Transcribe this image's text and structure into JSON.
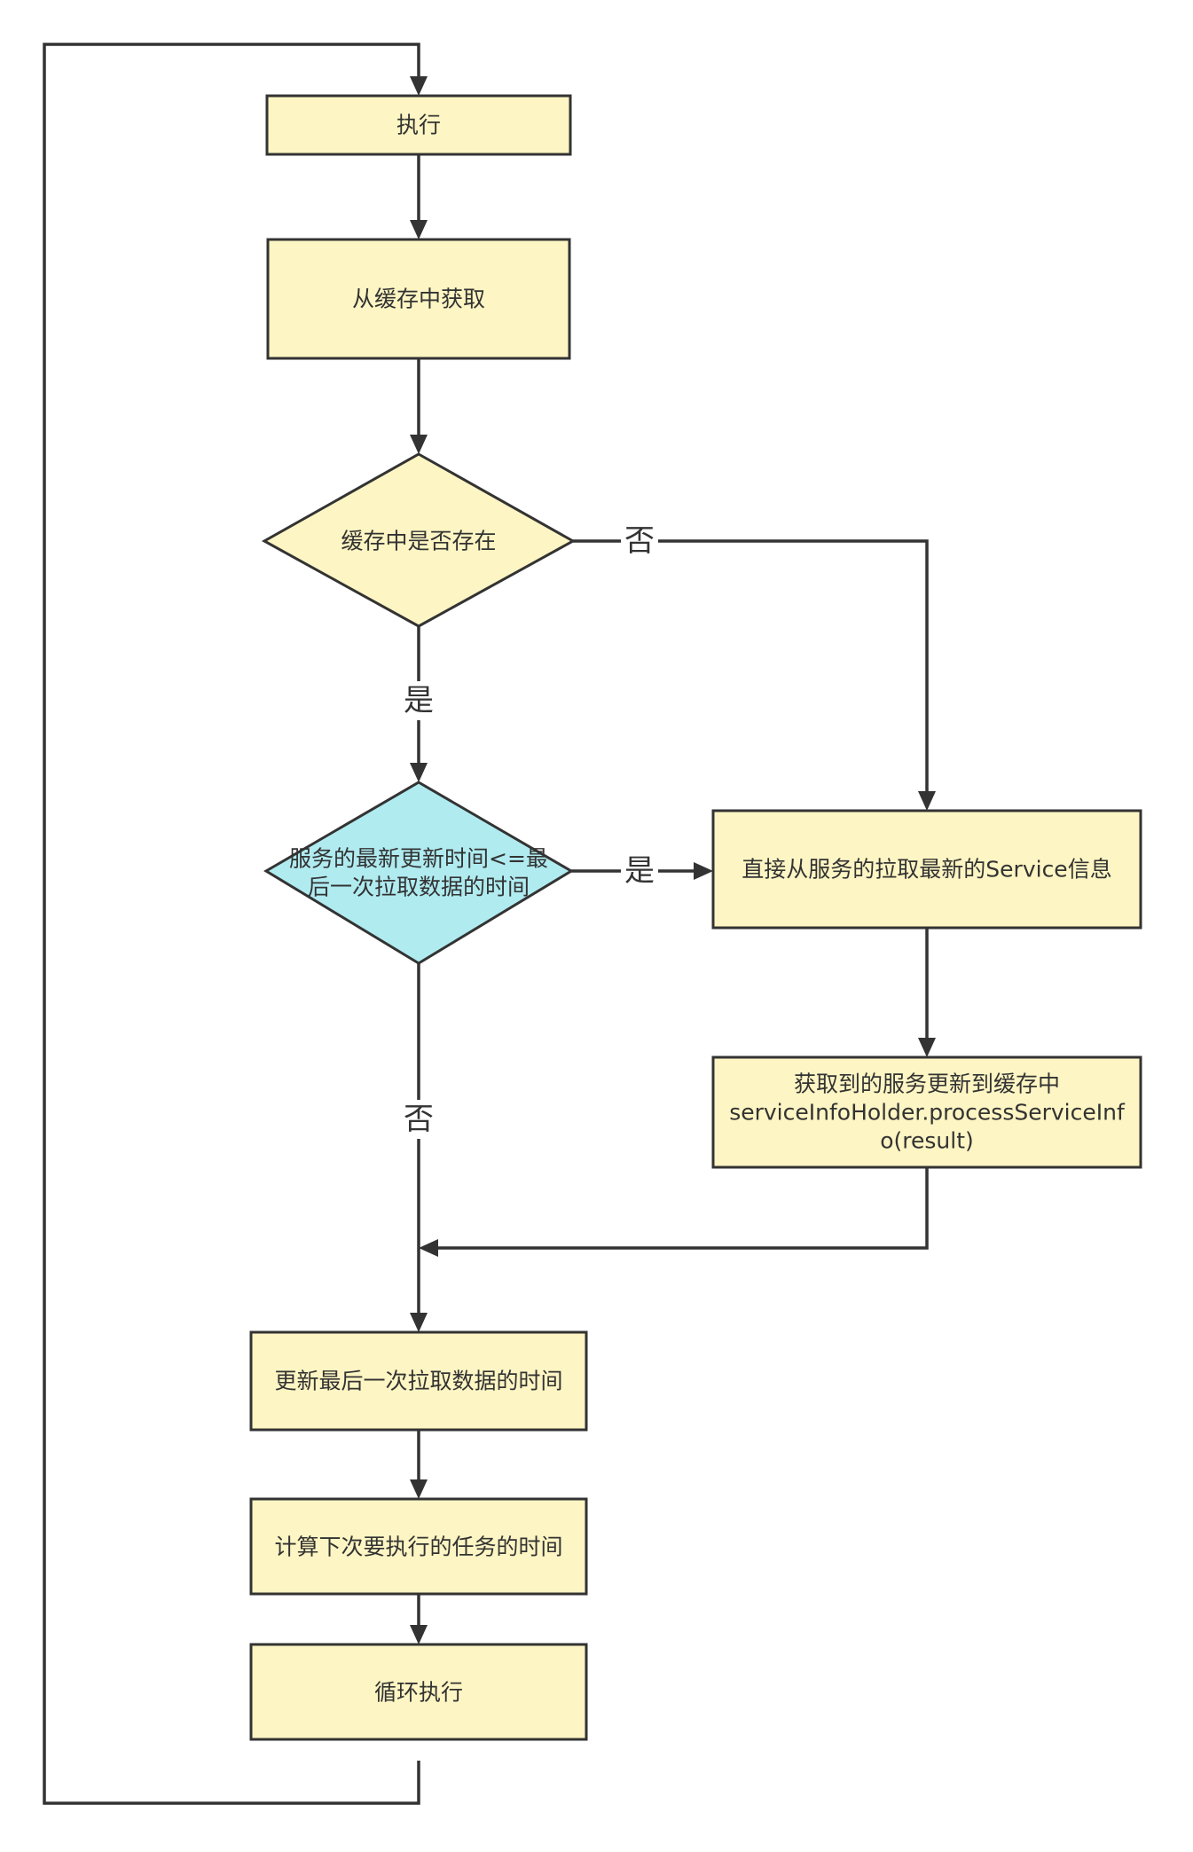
{
  "nodes": {
    "execute": "执行",
    "get_from_cache": "从缓存中获取",
    "cache_exists": "缓存中是否存在",
    "update_time_check": [
      "服务的最新更新时间<=最",
      "后一次拉取数据的时间"
    ],
    "pull_from_service": "直接从服务的拉取最新的Service信息",
    "update_cache": [
      "获取到的服务更新到缓存中",
      "serviceInfoHolder.processServiceInf",
      "o(result)"
    ],
    "update_last_pull_time": "更新最后一次拉取数据的时间",
    "compute_next_time": "计算下次要执行的任务的时间",
    "loop_execute": "循环执行"
  },
  "edge_labels": {
    "cache_no": "否",
    "cache_yes": "是",
    "time_yes": "是",
    "time_no": "否"
  }
}
